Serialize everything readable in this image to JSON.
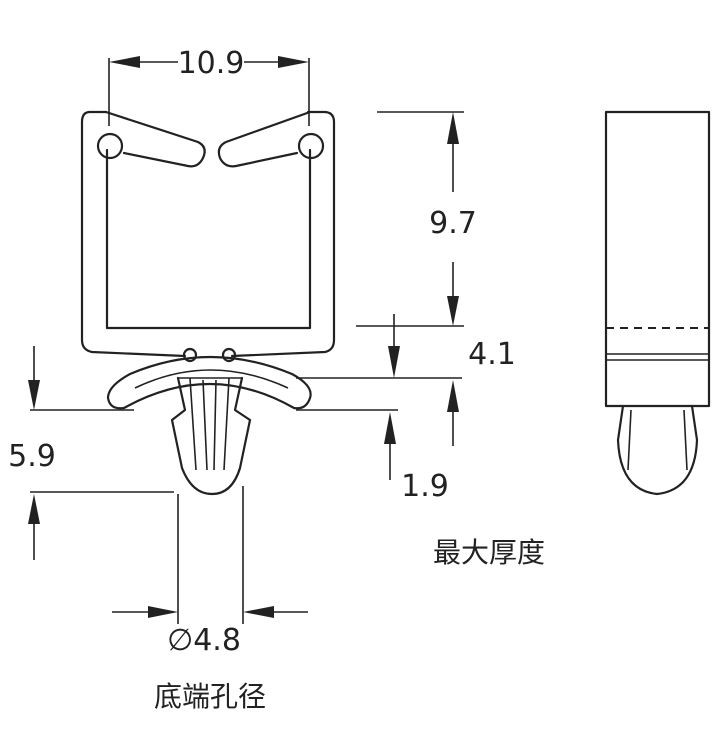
{
  "dimensions": {
    "top_width": "10.9",
    "clip_height": "9.7",
    "head_offset": "4.1",
    "total_height": "5.9",
    "base_gap": "1.9",
    "hole_diameter": "∅4.8"
  },
  "labels": {
    "max_thickness": "最大厚度",
    "hole_diameter_cn": "底端孔径"
  },
  "colors": {
    "line": "#222222",
    "background": "#ffffff"
  }
}
